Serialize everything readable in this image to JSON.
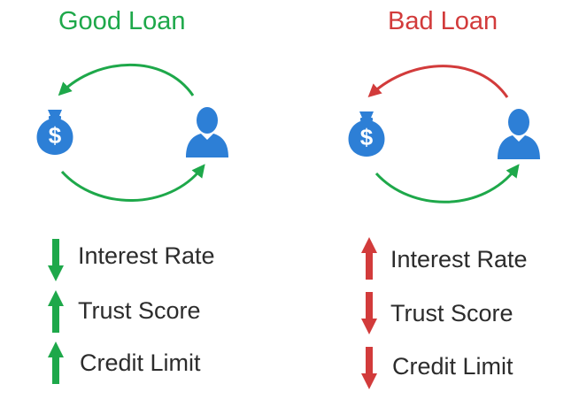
{
  "panels": {
    "good": {
      "title": "Good Loan",
      "color": "#1ea84a",
      "metrics": [
        {
          "label": "Interest Rate",
          "direction": "down"
        },
        {
          "label": "Trust Score",
          "direction": "up"
        },
        {
          "label": "Credit Limit",
          "direction": "up"
        }
      ]
    },
    "bad": {
      "title": "Bad Loan",
      "color": "#d23b3b",
      "metrics": [
        {
          "label": "Interest Rate",
          "direction": "up"
        },
        {
          "label": "Trust Score",
          "direction": "down"
        },
        {
          "label": "Credit Limit",
          "direction": "down"
        }
      ]
    }
  },
  "icons": {
    "money": "money-bag-icon",
    "person": "person-icon",
    "icon_color": "#2d7fd6"
  },
  "money_symbol": "$"
}
